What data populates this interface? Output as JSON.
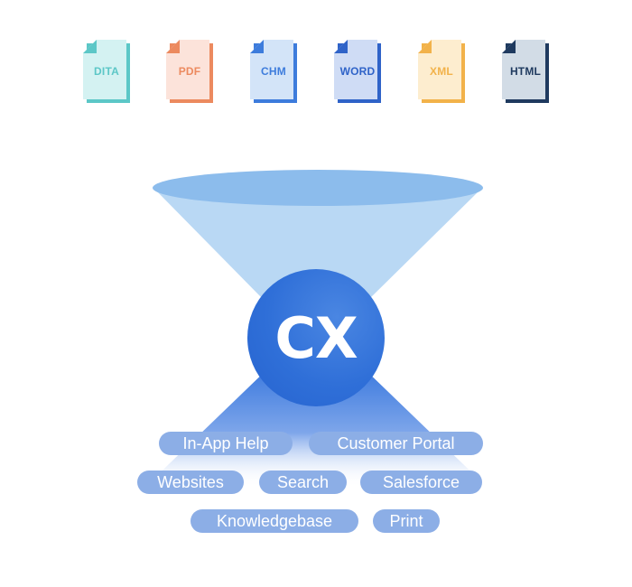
{
  "colors": {
    "funnel_top": "#8cbcec",
    "funnel_body": "#b9d8f4",
    "cx_circle": "#2f6fd8",
    "pill_bg": "#8caee6",
    "pill_text": "#ffffff"
  },
  "inputs": [
    {
      "label": "DITA",
      "fill": "#d4f2f2",
      "accent": "#5cc7c7",
      "text": "#5cc7c7"
    },
    {
      "label": "PDF",
      "fill": "#fce3da",
      "accent": "#ec8a5f",
      "text": "#ec8a5f"
    },
    {
      "label": "CHM",
      "fill": "#d3e4f8",
      "accent": "#3d7cdc",
      "text": "#3d7cdc"
    },
    {
      "label": "WORD",
      "fill": "#cfdcf5",
      "accent": "#2f63c8",
      "text": "#2f63c8"
    },
    {
      "label": "XML",
      "fill": "#fdedcf",
      "accent": "#f2b24a",
      "text": "#f2b24a"
    },
    {
      "label": "HTML",
      "fill": "#d2dce6",
      "accent": "#1f3a5f",
      "text": "#1f3a5f"
    }
  ],
  "hub": {
    "label": "CX"
  },
  "outputs": [
    {
      "label": "In-App Help"
    },
    {
      "label": "Customer Portal"
    },
    {
      "label": "Websites"
    },
    {
      "label": "Search"
    },
    {
      "label": "Salesforce"
    },
    {
      "label": "Knowledgebase"
    },
    {
      "label": "Print"
    }
  ]
}
